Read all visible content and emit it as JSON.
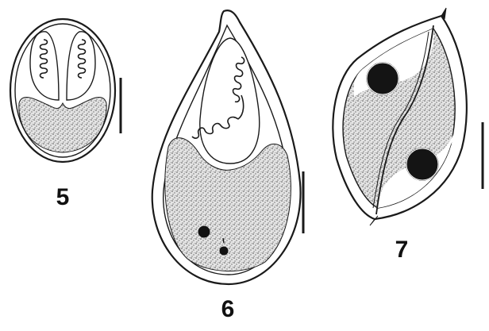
{
  "figures": [
    {
      "label": "5"
    },
    {
      "label": "6"
    },
    {
      "label": "7"
    }
  ],
  "colors": {
    "outline": "#1a1a1a",
    "stipple": "#555555",
    "nucleus": "#111111",
    "background": "#ffffff"
  }
}
